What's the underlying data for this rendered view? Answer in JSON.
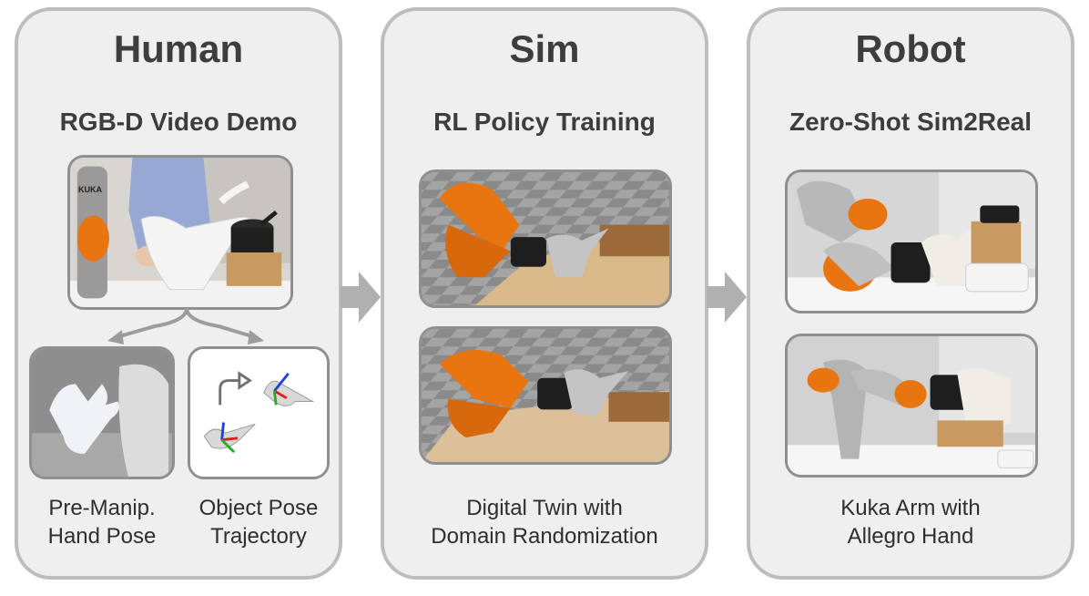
{
  "panels": {
    "human": {
      "title": "Human",
      "subtitle": "RGB-D Video Demo",
      "left_caption": [
        "Pre-Manip.",
        "Hand Pose"
      ],
      "right_caption": [
        "Object Pose",
        "Trajectory"
      ],
      "video_logo": "KUKA"
    },
    "sim": {
      "title": "Sim",
      "subtitle": "RL Policy Training",
      "caption": [
        "Digital Twin with",
        "Domain Randomization"
      ]
    },
    "robot": {
      "title": "Robot",
      "subtitle": "Zero-Shot Sim2Real",
      "caption": [
        "Kuka Arm with",
        "Allegro Hand"
      ]
    }
  },
  "colors": {
    "panel_fill": "#efefef",
    "panel_border": "#bdbdbd",
    "arrow": "#b0b0b0",
    "robot_orange": "#e8750f",
    "axis_x": "#e02020",
    "axis_y": "#22b022",
    "axis_z": "#2040e0"
  }
}
